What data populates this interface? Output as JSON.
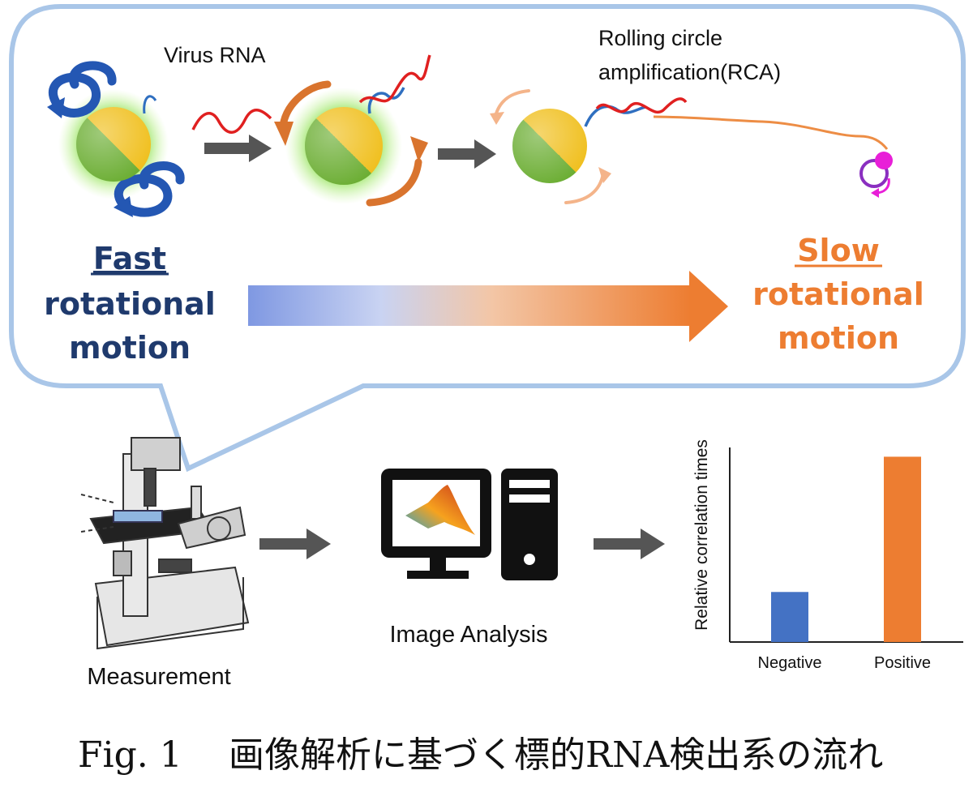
{
  "bubble": {
    "virus_rna_label": "Virus RNA",
    "rca_label_line1": "Rolling circle",
    "rca_label_line2": "amplification(RCA)",
    "fast_label": {
      "line1": "Fast",
      "line2": "rotational",
      "line3": "motion"
    },
    "slow_label": {
      "line1": "Slow",
      "line2": "rotational",
      "line3": "motion"
    }
  },
  "workflow": {
    "measurement_label": "Measurement",
    "image_analysis_label": "Image Analysis"
  },
  "chart_data": {
    "type": "bar",
    "categories": [
      "Negative",
      "Positive"
    ],
    "values": [
      0.27,
      1.0
    ],
    "colors": [
      "#4472c4",
      "#ed7d31"
    ],
    "ylabel": "Relative correlation times",
    "ylim": [
      0,
      1.05
    ],
    "title": "",
    "xlabel": ""
  },
  "caption": {
    "fig_label": "Fig. 1",
    "text": "画像解析に基づく標的RNA検出系の流れ"
  },
  "colors": {
    "bubble_border": "#a9c6e8",
    "fast_text": "#1f3a6d",
    "slow_text": "#ed7d31",
    "gradient_start": "#7f98e2",
    "gradient_end": "#ed7d31",
    "arrow_gray": "#555555",
    "rna_red": "#e02020",
    "probe_blue": "#2f6fc0"
  }
}
